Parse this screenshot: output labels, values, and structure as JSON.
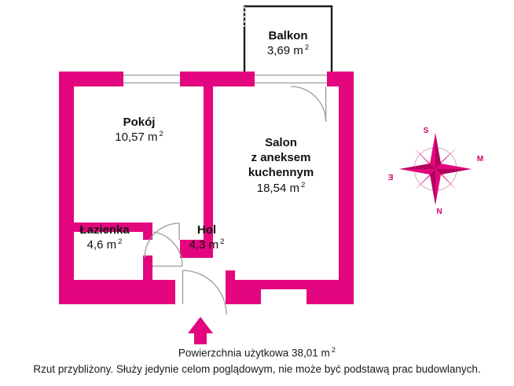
{
  "plan": {
    "title_area": "Powierzchnia użytkowa 38,01 m",
    "title_area_sup": "2",
    "disclaimer": "Rzut przybliżony. Służy jedynie celom poglądowym, nie może być podstawą prac budowlanych.",
    "wall_color": "#e3067e",
    "outline_color": "#1a1a1a",
    "door_color": "#9a9a9a",
    "arrow_color": "#e3067e",
    "total_area_value": "38,01",
    "unit": "m"
  },
  "rooms": [
    {
      "key": "pokoj",
      "name": "Pokój",
      "area": "10,57 m",
      "sup": "2"
    },
    {
      "key": "salon",
      "name_line1": "Salon",
      "name_line2": "z aneksem",
      "name_line3": "kuchennym",
      "area": "18,54 m",
      "sup": "2"
    },
    {
      "key": "lazienka",
      "name": "Łazienka",
      "area": "4,6 m",
      "sup": "2"
    },
    {
      "key": "hol",
      "name": "Hol",
      "area": "4,3 m",
      "sup": "2"
    },
    {
      "key": "balkon",
      "name": "Balkon",
      "area": "3,69 m",
      "sup": "2"
    }
  ],
  "compass": {
    "north_label": "S",
    "east_label": "M",
    "west_label": "Ǝ",
    "south_label": "N",
    "color": "#d6006e"
  }
}
